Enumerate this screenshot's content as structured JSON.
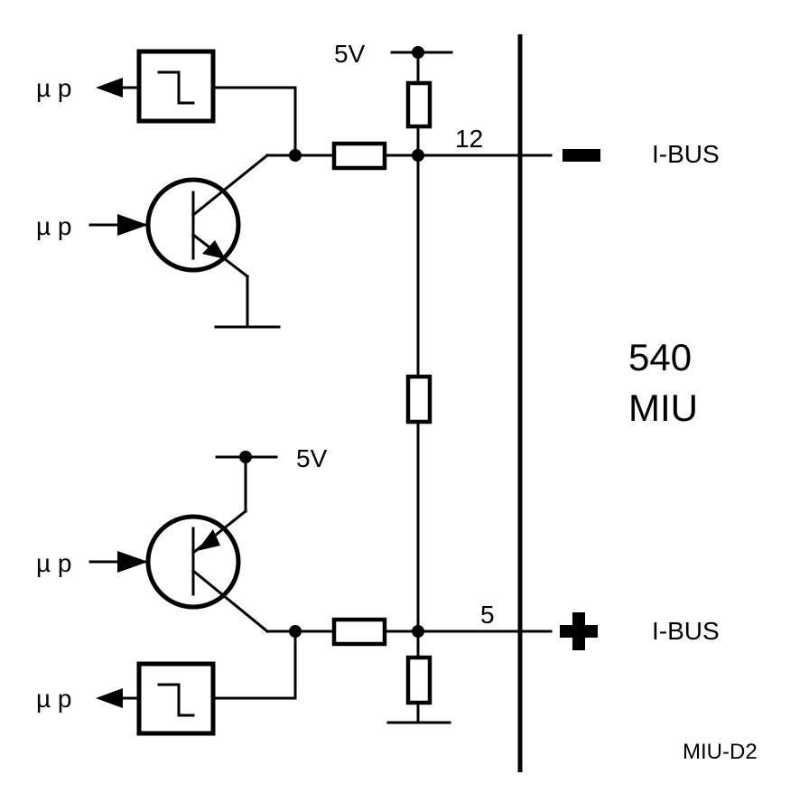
{
  "labels": {
    "mu_p": "µ p",
    "supply_top": "5V",
    "supply_bottom": "5V",
    "pin_top": "12",
    "pin_bottom": "5",
    "bus_top": "I-BUS",
    "bus_bottom": "I-BUS",
    "module_number": "540",
    "module_name": "MIU",
    "figure_id": "MIU-D2"
  },
  "icons": {
    "schmitt_trigger": "schmitt-trigger-icon",
    "npn_transistor": "npn-transistor-icon",
    "pnp_transistor": "pnp-transistor-icon",
    "resistor": "resistor-icon",
    "minus": "minus-icon",
    "plus": "plus-icon"
  }
}
